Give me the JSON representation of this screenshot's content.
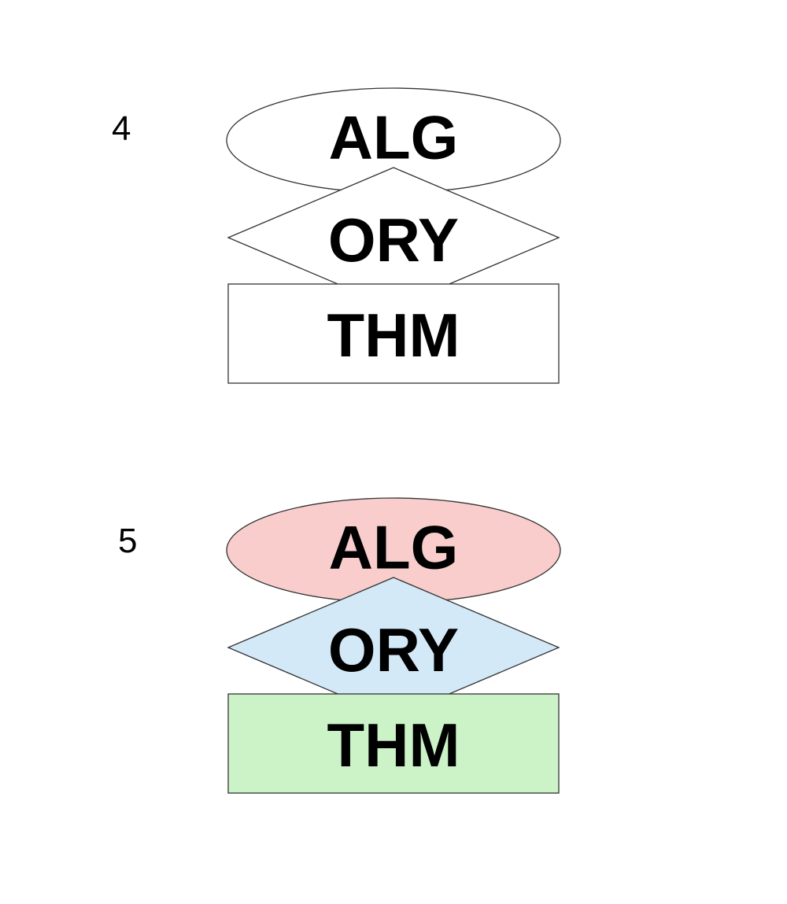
{
  "figures": [
    {
      "label": "4",
      "shapes": {
        "ellipse": {
          "text": "ALG",
          "fill": "#ffffff"
        },
        "diamond": {
          "text": "ORY",
          "fill": "#ffffff"
        },
        "rectangle": {
          "text": "THM",
          "fill": "#ffffff"
        }
      }
    },
    {
      "label": "5",
      "shapes": {
        "ellipse": {
          "text": "ALG",
          "fill": "#f8cdcc"
        },
        "diamond": {
          "text": "ORY",
          "fill": "#d3e9f7"
        },
        "rectangle": {
          "text": "THM",
          "fill": "#ccf2c8"
        }
      }
    }
  ],
  "stroke_color": "#333333",
  "text_color": "#000000",
  "background_color": "#ffffff"
}
